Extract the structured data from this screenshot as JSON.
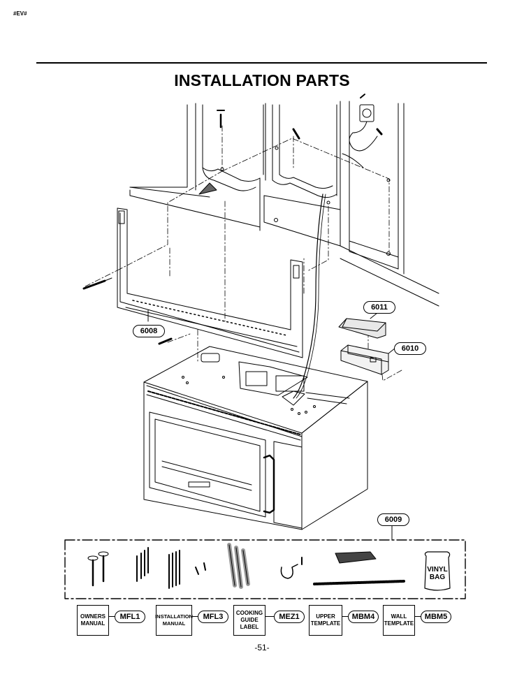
{
  "header": {
    "corner_tag": "#EV#",
    "title": "INSTALLATION PARTS"
  },
  "callouts": [
    {
      "id": "frame",
      "label": "6008"
    },
    {
      "id": "filter-cover",
      "label": "6011"
    },
    {
      "id": "damper",
      "label": "6010"
    },
    {
      "id": "parts-kit",
      "label": "6009"
    }
  ],
  "kit": {
    "vinyl_bag": "VINYL\nBAG"
  },
  "documents": [
    {
      "name": "OWNERS\nMANUAL",
      "code": "MFL1"
    },
    {
      "name": "INSTALLATION\nMANUAL",
      "code": "MFL3"
    },
    {
      "name": "COOKING\nGUIDE\nLABEL",
      "code": "MEZ1"
    },
    {
      "name": "UPPER\nTEMPLATE",
      "code": "MBM4"
    },
    {
      "name": "WALL\nTEMPLATE",
      "code": "MBM5"
    }
  ],
  "footer": {
    "page_number": "-51-"
  }
}
